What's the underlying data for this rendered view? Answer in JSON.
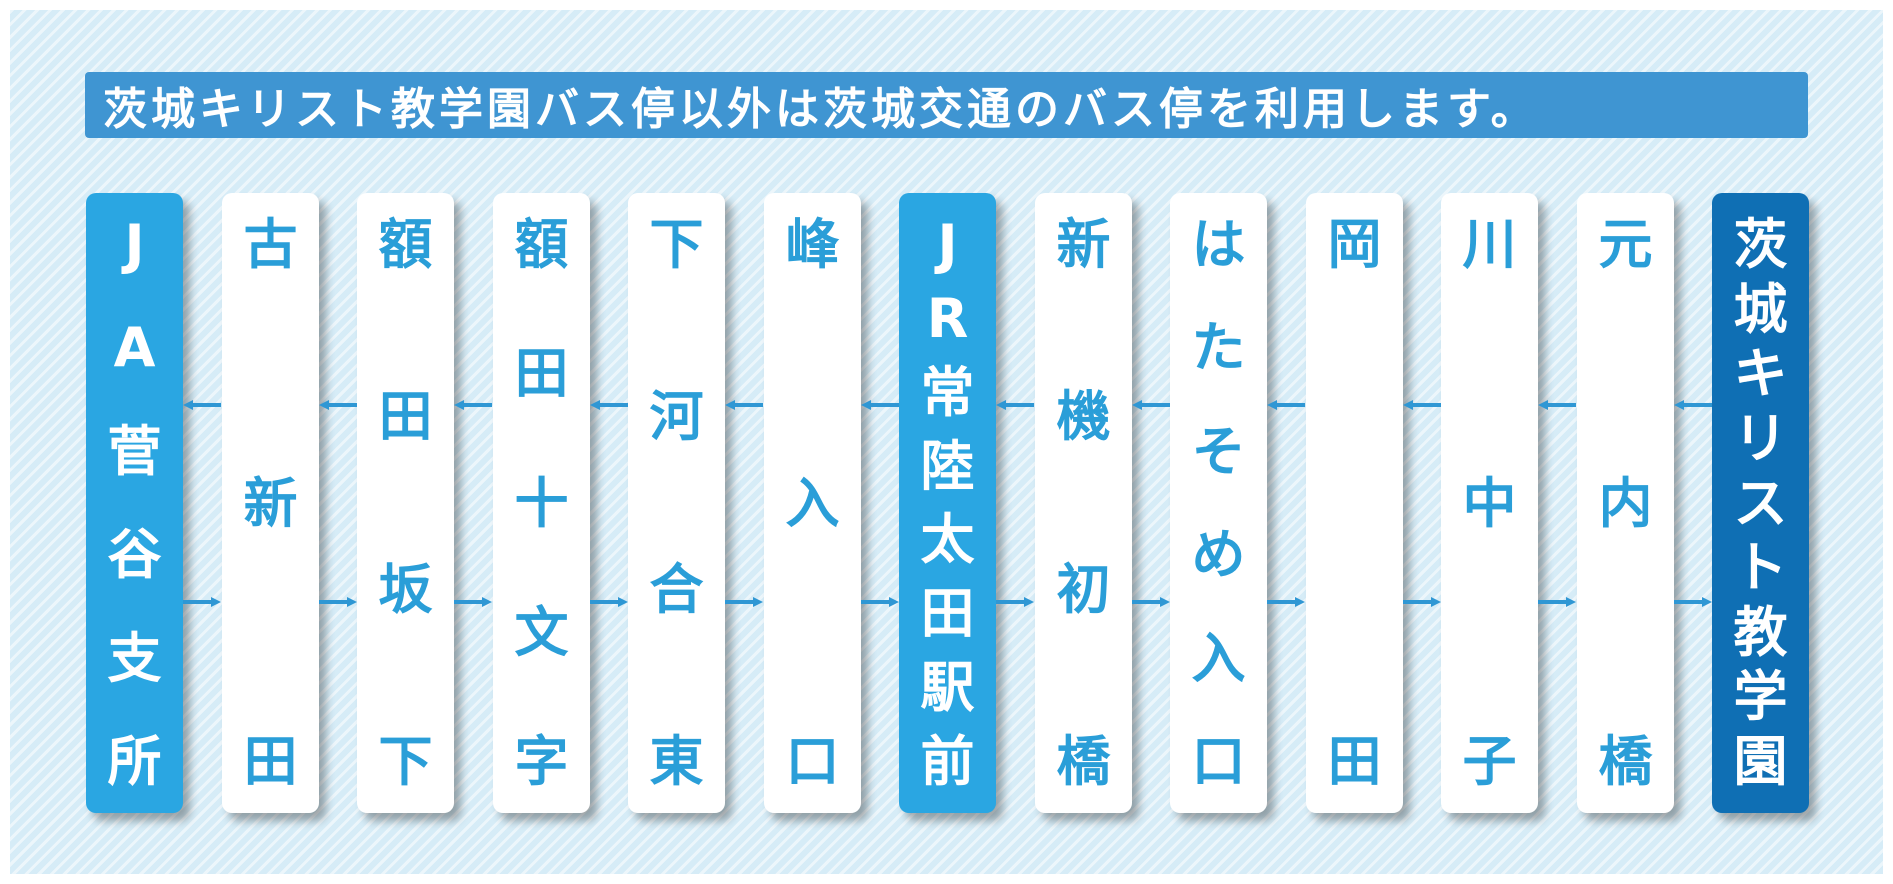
{
  "banner": {
    "text": "茨城キリスト教学園バス停以外は茨城交通のバス停を利用します。"
  },
  "colors": {
    "background": "#d6ecf7",
    "banner": "#3f95d2",
    "card": "#ffffff",
    "card_text": "#2a9ed8",
    "hub": "#2aa6e2",
    "origin": "#0f6fb4",
    "arrow": "#2f97d4"
  },
  "stops": [
    {
      "id": "ja-sugaya",
      "kind": "hub",
      "chars": [
        "J",
        "A",
        "菅",
        "谷",
        "支",
        "所"
      ]
    },
    {
      "id": "furushinden",
      "kind": "normal",
      "chars": [
        "古",
        "新",
        "田"
      ]
    },
    {
      "id": "nukadasakashita",
      "kind": "normal",
      "chars": [
        "額",
        "田",
        "坂",
        "下"
      ]
    },
    {
      "id": "nukadajumonji",
      "kind": "normal",
      "chars": [
        "額",
        "田",
        "十",
        "文",
        "字"
      ]
    },
    {
      "id": "shimokawaaihigashi",
      "kind": "normal",
      "chars": [
        "下",
        "河",
        "合",
        "東"
      ]
    },
    {
      "id": "mineiriguchi",
      "kind": "normal",
      "chars": [
        "峰",
        "入",
        "口"
      ]
    },
    {
      "id": "jr-hitachiota",
      "kind": "hub",
      "chars": [
        "J",
        "R",
        "常",
        "陸",
        "太",
        "田",
        "駅",
        "前"
      ]
    },
    {
      "id": "shinkisobashi",
      "kind": "normal",
      "chars": [
        "新",
        "機",
        "初",
        "橋"
      ]
    },
    {
      "id": "hatasome",
      "kind": "normal",
      "chars": [
        "は",
        "た",
        "そ",
        "め",
        "入",
        "口"
      ]
    },
    {
      "id": "okada",
      "kind": "normal",
      "chars": [
        "岡",
        "田"
      ]
    },
    {
      "id": "kawanakago",
      "kind": "normal",
      "chars": [
        "川",
        "中",
        "子"
      ]
    },
    {
      "id": "motouchibashi",
      "kind": "normal",
      "chars": [
        "元",
        "内",
        "橋"
      ]
    },
    {
      "id": "ibaraki-christian",
      "kind": "origin",
      "chars": [
        "茨",
        "城",
        "キ",
        "リ",
        "ス",
        "ト",
        "教",
        "学",
        "園"
      ]
    }
  ]
}
